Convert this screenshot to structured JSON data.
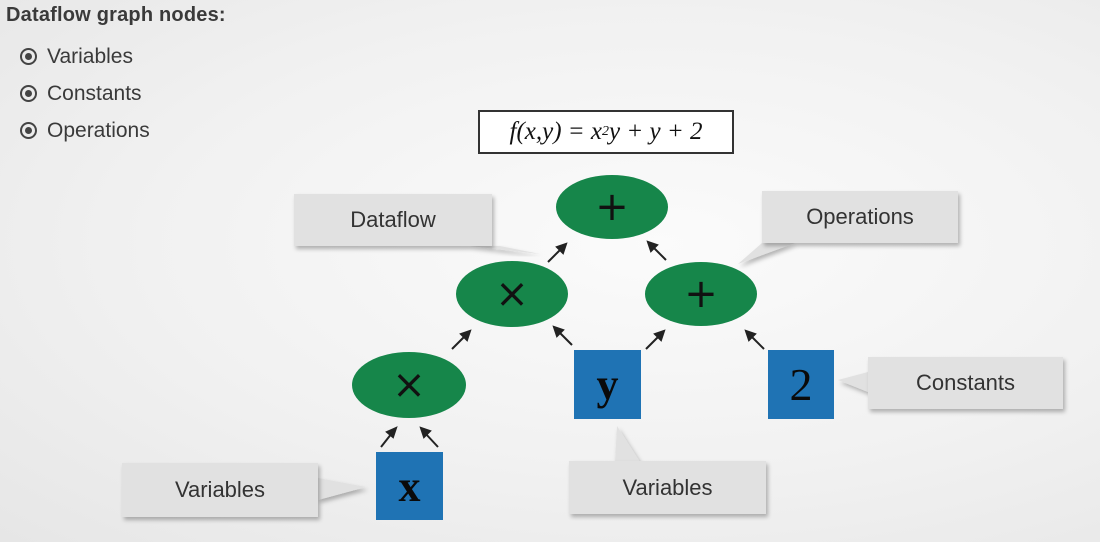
{
  "title": "Dataflow graph nodes:",
  "bullets": [
    "Variables",
    "Constants",
    "Operations"
  ],
  "formula": {
    "lhs": "f(x,y) = x",
    "exponent": "2",
    "rhs": "y + y + 2"
  },
  "nodes": {
    "root_op": "+",
    "mult_upper": "×",
    "plus_right": "+",
    "mult_lower": "×",
    "var_x": "x",
    "var_y": "y",
    "const_2": "2"
  },
  "callouts": {
    "dataflow": "Dataflow",
    "operations": "Operations",
    "constants": "Constants",
    "variables_left": "Variables",
    "variables_bottom": "Variables"
  },
  "colors": {
    "operation_node": "#16864a",
    "tensor_node": "#1f73b4",
    "callout_bg": "#e1e1e1"
  }
}
